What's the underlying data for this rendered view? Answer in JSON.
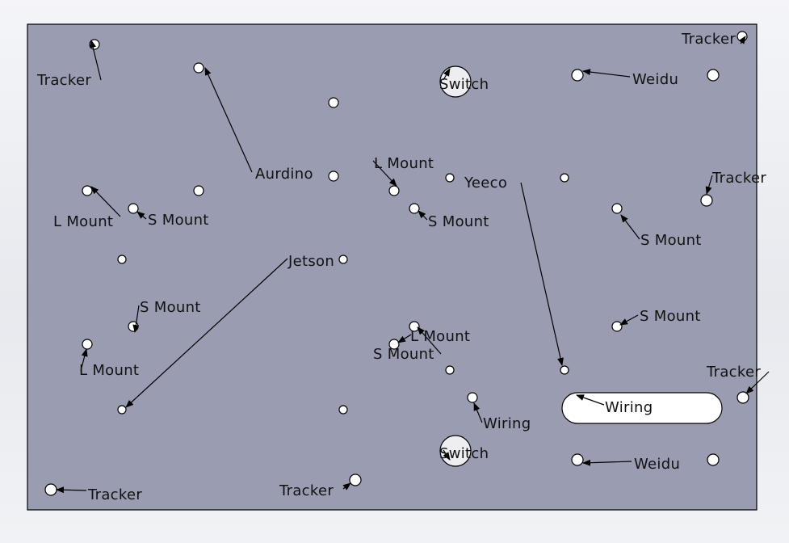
{
  "plate": {
    "fill": "#9a9db1",
    "edge": "#000000"
  },
  "labels": {
    "tracker": "Tracker",
    "switch": "Switch",
    "weidu": "Weidu",
    "aurdino": "Aurdino",
    "l_mount": "L Mount",
    "s_mount": "S Mount",
    "yeeco": "Yeeco",
    "jetson": "Jetson",
    "wiring": "Wiring"
  }
}
